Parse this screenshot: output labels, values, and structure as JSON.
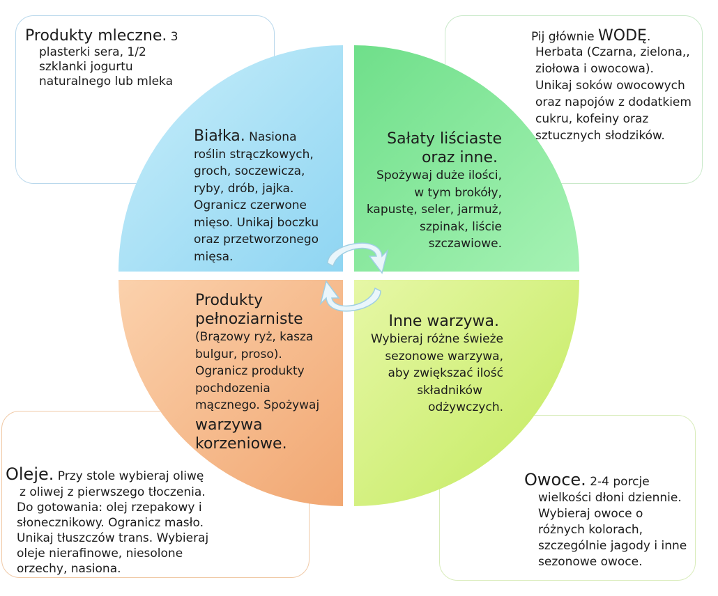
{
  "boxes": {
    "dairy": {
      "title": "Produkty mleczne.",
      "lead": " 3",
      "lines": [
        "plasterki sera, 1/2",
        "szklanki jogurtu",
        "naturalnego lub mleka"
      ]
    },
    "water": {
      "lead": "Pij głównie ",
      "title": "WODĘ",
      "tail": ".",
      "lines": [
        "Herbata (Czarna, zielona,,",
        "ziołowa i owocowa).",
        "Unikaj soków owocowych",
        "oraz napojów z dodatkiem",
        "cukru, kofeiny oraz",
        "sztucznych słodzików."
      ]
    },
    "oils": {
      "title": "Oleje.",
      "lead": " Przy stole wybieraj oliwę",
      "lines": [
        "z oliwej z pierwszego tłoczenia.",
        "Do gotowania: olej rzepakowy i",
        "słonecznikowy. Ogranicz masło.",
        "Unikaj tłuszczów trans. Wybieraj",
        "oleje nierafinowe, niesolone",
        "orzechy, nasiona."
      ]
    },
    "fruit": {
      "title": "Owoce.",
      "lead": " 2-4 porcje",
      "lines": [
        "wielkości dłoni dziennie.",
        "Wybieraj owoce o",
        "różnych kolorach,",
        "szczególnie jagody i inne",
        "sezonowe owoce."
      ]
    }
  },
  "quadrants": {
    "protein": {
      "title": "Białka.",
      "lead": " Nasiona",
      "lines": [
        "roślin strączkowych,",
        "groch, soczewicza,",
        "ryby, drób, jajka.",
        "Ogranicz czerwone",
        "mięso. Unikaj boczku",
        "oraz przetworzonego",
        "mięsa."
      ],
      "color_light": "#c8eefa",
      "color_dark": "#8fd5f2"
    },
    "salads": {
      "title_lines": [
        "Sałaty liściaste",
        "oraz inne."
      ],
      "lines": [
        "Spożywaj duże ilości,",
        "w tym brokóły,",
        "kapustę, seler, jarmuż,",
        "szpinak, liście",
        "szczawiowe."
      ],
      "color_light": "#a6f2b4",
      "color_dark": "#6fdf8a"
    },
    "grains": {
      "title_lines": [
        "Produkty",
        "pełnoziarniste"
      ],
      "lines": [
        "(Brązowy ryż, kasza",
        "bulgur, proso).",
        "Ogranicz produkty",
        "pochdozenia",
        "mącznego. Spożywaj"
      ],
      "emph_lines": [
        "warzywa",
        "korzeniowe."
      ],
      "color_light": "#fbd1ac",
      "color_dark": "#f1a772"
    },
    "vegetables": {
      "title": "Inne warzywa.",
      "lines": [
        "Wybieraj różne świeże",
        "sezonowe warzywa,",
        "aby zwiększać ilość",
        "składników",
        "odżywczych."
      ],
      "color_light": "#e6f7a6",
      "color_dark": "#c2ea5c"
    }
  },
  "colors": {
    "arrow_fill": "#eaf6fb",
    "arrow_stroke": "#9fcfe3"
  }
}
